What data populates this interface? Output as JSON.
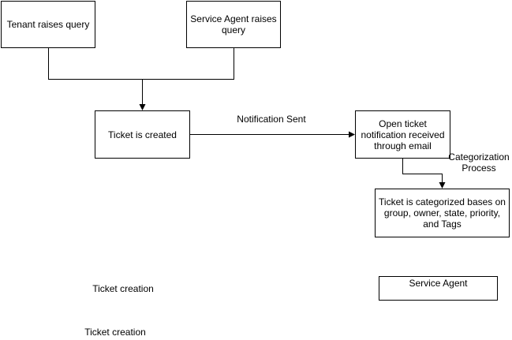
{
  "diagram": {
    "nodes": {
      "tenant": "Tenant raises query",
      "service_agent_query": "Service Agent raises query",
      "ticket_created": "Ticket is created",
      "open_ticket": "Open ticket notification received through email",
      "categorized": "Ticket is categorized bases on group, owner, state, priority, and Tags",
      "service_agent": "Service Agent"
    },
    "edge_labels": {
      "notification_sent": "Notification Sent",
      "categorization_process": "Categorization Process"
    },
    "free_labels": {
      "ticket_creation_1": "Ticket creation",
      "ticket_creation_2": "Ticket creation"
    }
  },
  "colors": {
    "stroke": "#000000",
    "fill": "#ffffff"
  }
}
